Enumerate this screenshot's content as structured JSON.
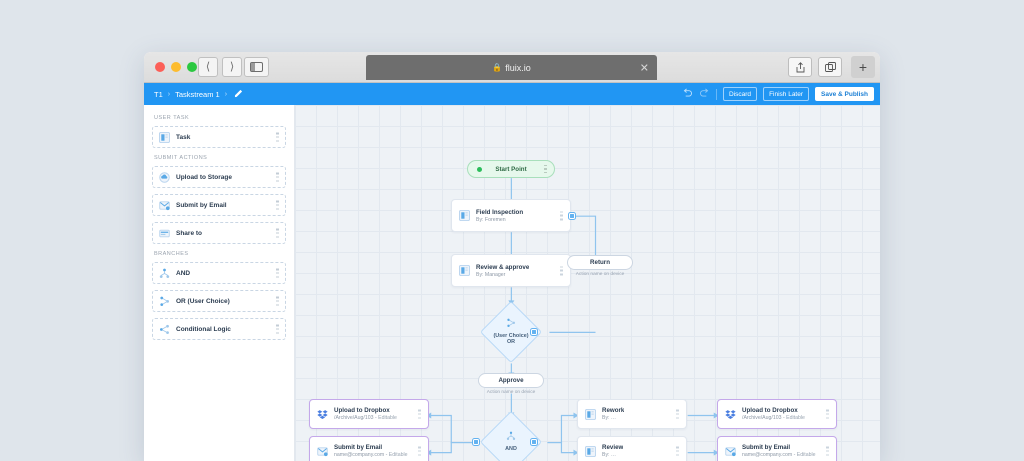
{
  "browser": {
    "tab": {
      "title": "fluix.io",
      "lock_icon": "lock-icon",
      "close_icon": "close-icon"
    },
    "back_icon": "chevron-left-icon",
    "forward_icon": "chevron-right-icon",
    "sidebar_icon": "sidebar-toggle-icon",
    "share_icon": "share-icon",
    "tabs_icon": "copy-tabs-icon",
    "new_tab_icon": "plus-icon"
  },
  "appbar": {
    "breadcrumb": [
      {
        "label": "T1"
      },
      {
        "label": "Taskstream 1"
      }
    ],
    "separator": "›",
    "edit_icon": "pencil-icon",
    "undo_icon": "undo-icon",
    "redo_icon": "redo-icon",
    "buttons": {
      "discard": "Discard",
      "finish_later": "Finish Later",
      "save_publish": "Save & Publish"
    },
    "accent_color": "#2196f3"
  },
  "panel": {
    "groups": [
      {
        "title": "USER TASK",
        "items": [
          {
            "label": "Task",
            "icon": "task-icon"
          }
        ]
      },
      {
        "title": "SUBMIT ACTIONS",
        "items": [
          {
            "label": "Upload to Storage",
            "icon": "cloud-upload-icon"
          },
          {
            "label": "Submit by Email",
            "icon": "email-icon"
          },
          {
            "label": "Share to",
            "icon": "share-to-icon"
          }
        ]
      },
      {
        "title": "BRANCHES",
        "items": [
          {
            "label": "AND",
            "icon": "and-branch-icon"
          },
          {
            "label": "OR (User Choice)",
            "icon": "or-branch-icon"
          },
          {
            "label": "Conditional Logic",
            "icon": "conditional-logic-icon"
          }
        ]
      }
    ]
  },
  "canvas": {
    "start": {
      "label": "Start Point"
    },
    "nodes": [
      {
        "title": "Field Inspection",
        "sub": "By: Foremen",
        "icon": "task-icon"
      },
      {
        "title": "Review & approve",
        "sub": "By: Manager",
        "icon": "task-icon"
      },
      {
        "title": "Rework",
        "sub": "By: …",
        "icon": "task-icon"
      },
      {
        "title": "Review",
        "sub": "By: …",
        "icon": "task-icon"
      }
    ],
    "actions": [
      {
        "title": "Upload to Dropbox",
        "sub": "/Archive/Aug/103",
        "tag": "Editable",
        "icon": "dropbox-icon"
      },
      {
        "title": "Submit by Email",
        "sub": "name@company.com",
        "tag": "Editable",
        "icon": "email-icon"
      },
      {
        "title": "Upload to Dropbox",
        "sub": "/Archive/Aug/103",
        "tag": "Editable",
        "icon": "dropbox-icon"
      },
      {
        "title": "Submit by Email",
        "sub": "name@company.com",
        "tag": "Editable",
        "icon": "email-icon"
      }
    ],
    "return_pill": {
      "label": "Return",
      "caption": "Action name on device"
    },
    "approve_pill": {
      "label": "Approve",
      "caption": "Action name on device"
    },
    "or_branch": {
      "line1": "(User Choice)",
      "line2": "OR",
      "icon": "or-branch-icon"
    },
    "and_branch": {
      "label": "AND",
      "icon": "and-branch-icon"
    },
    "separator": "-"
  }
}
